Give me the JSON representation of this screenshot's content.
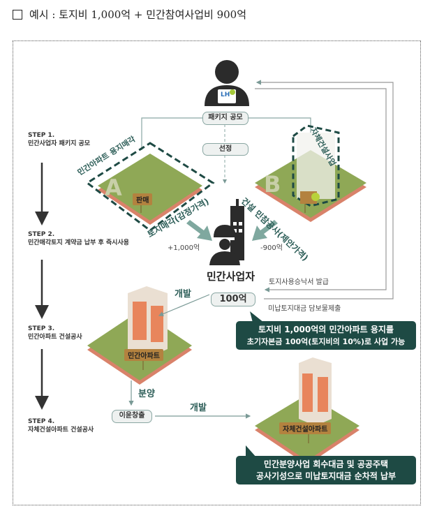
{
  "header": {
    "checkbox": "unchecked",
    "text": "예시 : 토지비 1,000억 + 민간참여사업비 900억"
  },
  "diagram": {
    "steps": [
      {
        "title": "STEP 1.",
        "desc": "민간사업자 패키지 공모"
      },
      {
        "title": "STEP 2.",
        "desc": "민간매각토지 계약금 납부 후 즉시사용"
      },
      {
        "title": "STEP 3.",
        "desc": "민간아파트 건설공사"
      },
      {
        "title": "STEP 4.",
        "desc": "자체건설아파트 건설공사"
      }
    ],
    "lh_logo": "LH",
    "package_label": "패키지 공모",
    "select_label": "선정",
    "plot_a_label": "민간아파트 용지매각",
    "plot_a_letter": "A",
    "plot_a_sign": "판매",
    "plot_a_price": "토지매각(감정가격)",
    "plot_a_amount": "+1,000억",
    "plot_b_label": "자체건설사업",
    "plot_b_letter": "B",
    "plot_b_price": "건설 민참공사(제안가격)",
    "plot_b_amount": "-900억",
    "developer_label": "민간사업자",
    "developer_amount": "100억",
    "permit_label": "토지사용승낙서 발급",
    "collateral_label": "미납토지대금 담보물제출",
    "callout1": [
      "토지비 1,000억의 민간아파트 용지를",
      "초기자본금 100억(토지비의 10%)로 사업 가능"
    ],
    "develop_label_1": "개발",
    "apartment_a_sign": "민간아파트",
    "sale_label": "분양",
    "profit_label": "이윤창출",
    "develop_label_2": "개발",
    "apartment_b_sign": "자체건설아파트",
    "callout2": [
      "민간분양사업 회수대금 및 공공주택",
      "공사기성으로 미납토지대금 순차적 납부"
    ],
    "colors": {
      "teal": "#2d5e58",
      "callout": "#1e4a44",
      "grass": "#8fa856",
      "soil": "#d9826a",
      "arrow": "#7fa89f"
    }
  }
}
